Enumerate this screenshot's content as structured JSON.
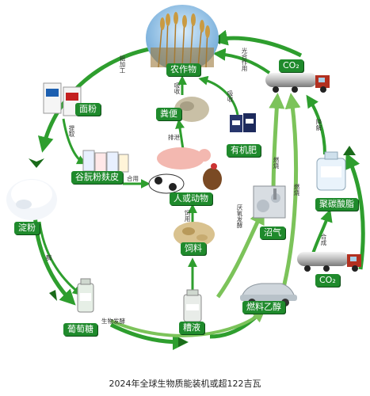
{
  "nodes": {
    "crops": "农作物",
    "flour": "面粉",
    "gluten": "谷朊粉麸皮",
    "starch": "淀粉",
    "glucose": "葡萄糖",
    "mash": "糟液",
    "feed": "饲料",
    "animals": "人或动物",
    "manure": "粪便",
    "organic_fertilizer": "有机肥",
    "biogas": "沼气",
    "fuel_ethanol": "燃料乙醇",
    "polycarbonate": "聚碳酸脂",
    "co2_top": "CO₂",
    "co2_bottom": "CO₂"
  },
  "edges": {
    "coarse_processing": "粗加工",
    "extract": "提取",
    "enzyme": "酶",
    "bio_fermentation": "生物发酵",
    "mix_use": "合用",
    "eat": "饲用",
    "excrete": "排泄",
    "absorb_1": "吸收",
    "absorb_2": "吸收",
    "anaerobic": "厌氧发酵",
    "burn_1": "燃烧",
    "burn_2": "燃烧",
    "photosynthesis": "光合作用",
    "degrade": "降解",
    "synthesize": "合成"
  },
  "caption": "2024年全球生物质能装机或超122吉瓦",
  "colors": {
    "arrow_green": "#2e9e2e",
    "arrow_light": "#d4efb9",
    "label_bg": "#1f8a2c",
    "co2_bg": "#1f8a2c"
  }
}
